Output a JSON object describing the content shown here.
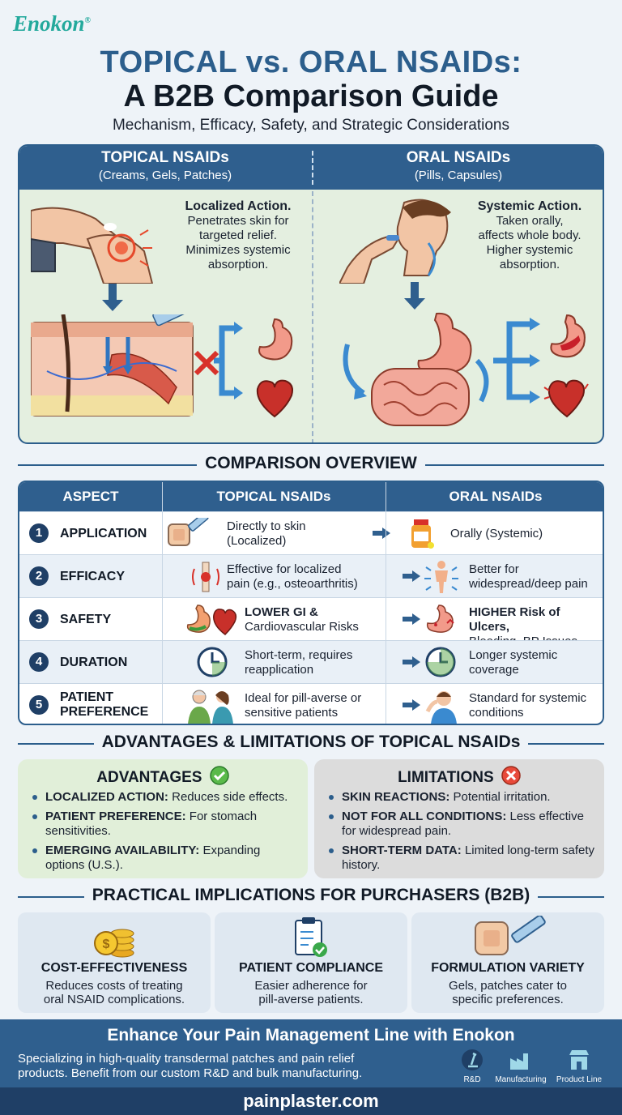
{
  "brand": "Enokon",
  "brand_mark": "®",
  "title_line1": "TOPICAL vs. ORAL NSAIDs:",
  "title_line2": "A B2B Comparison Guide",
  "subtitle": "Mechanism, Efficacy, Safety, and Strategic Considerations",
  "top_panel": {
    "topical": {
      "heading": "TOPICAL NSAIDs",
      "sub": "(Creams, Gels, Patches)",
      "action_title": "Localized Action.",
      "action_lines": [
        "Penetrates skin for",
        "targeted relief.",
        "Minimizes systemic",
        "absorption."
      ]
    },
    "oral": {
      "heading": "ORAL NSAIDs",
      "sub": "(Pills, Capsules)",
      "action_title": "Systemic Action.",
      "action_lines": [
        "Taken orally,",
        "affects whole body.",
        "Higher systemic",
        "absorption."
      ]
    }
  },
  "comparison": {
    "heading": "COMPARISON OVERVIEW",
    "columns": [
      "ASPECT",
      "TOPICAL NSAIDs",
      "ORAL NSAIDs"
    ],
    "rows": [
      {
        "num": "1",
        "aspect": "APPLICATION",
        "topical": [
          "Directly to skin",
          "(Localized)"
        ],
        "oral": [
          "Orally (Systemic)"
        ]
      },
      {
        "num": "2",
        "aspect": "EFFICACY",
        "topical": [
          "Effective for localized",
          "pain (e.g., osteoarthritis)"
        ],
        "oral": [
          "Better for",
          "widespread/deep pain"
        ]
      },
      {
        "num": "3",
        "aspect": "SAFETY",
        "topical": [
          "LOWER GI &",
          "Cardiovascular Risks"
        ],
        "oral": [
          "HIGHER Risk of Ulcers,",
          "Bleeding, BP Issues"
        ]
      },
      {
        "num": "4",
        "aspect": "DURATION",
        "topical": [
          "Short-term, requires",
          "reapplication"
        ],
        "oral": [
          "Longer systemic",
          "coverage"
        ]
      },
      {
        "num": "5",
        "aspect_lines": [
          "PATIENT",
          "PREFERENCE"
        ],
        "topical": [
          "Ideal for pill-averse or",
          "sensitive patients"
        ],
        "oral": [
          "Standard for systemic",
          "conditions"
        ]
      }
    ]
  },
  "adv_lim": {
    "heading": "ADVANTAGES & LIMITATIONS OF TOPICAL NSAIDs",
    "advantages": {
      "title": "ADVANTAGES",
      "items": [
        {
          "key": "LOCALIZED ACTION:",
          "text": "Reduces side effects."
        },
        {
          "key": "PATIENT PREFERENCE:",
          "text": "For stomach sensitivities."
        },
        {
          "key": "EMERGING AVAILABILITY:",
          "text": "Expanding options (U.S.)."
        }
      ]
    },
    "limitations": {
      "title": "LIMITATIONS",
      "items": [
        {
          "key": "SKIN REACTIONS:",
          "text": "Potential irritation."
        },
        {
          "key": "NOT FOR ALL CONDITIONS:",
          "text": "Less effective for widespread pain."
        },
        {
          "key": "SHORT-TERM DATA:",
          "text": "Limited long-term safety history."
        }
      ]
    }
  },
  "practical": {
    "heading": "PRACTICAL IMPLICATIONS FOR PURCHASERS (B2B)",
    "cards": [
      {
        "title": "COST-EFFECTIVENESS",
        "lines": [
          "Reduces costs of treating",
          "oral NSAID complications."
        ],
        "icon": "coins-icon"
      },
      {
        "title": "PATIENT COMPLIANCE",
        "lines": [
          "Easier adherence for",
          "pill-averse patients."
        ],
        "icon": "clipboard-check-icon"
      },
      {
        "title": "FORMULATION VARIETY",
        "lines": [
          "Gels, patches cater to",
          "specific preferences."
        ],
        "icon": "patch-tube-icon"
      }
    ]
  },
  "footer": {
    "heading": "Enhance Your Pain Management Line with Enokon",
    "desc_lines": [
      "Specializing in high-quality transdermal patches and pain relief",
      "products. Benefit from our custom R&D and bulk manufacturing."
    ],
    "icons": [
      "R&D",
      "Manufacturing",
      "Product Line"
    ],
    "url": "painplaster.com"
  },
  "colors": {
    "primary": "#2f5f8e",
    "dark": "#1f3f66",
    "brand": "#23a99c",
    "adv_bg": "#e1efd9",
    "lim_bg": "#dcdcdc"
  }
}
